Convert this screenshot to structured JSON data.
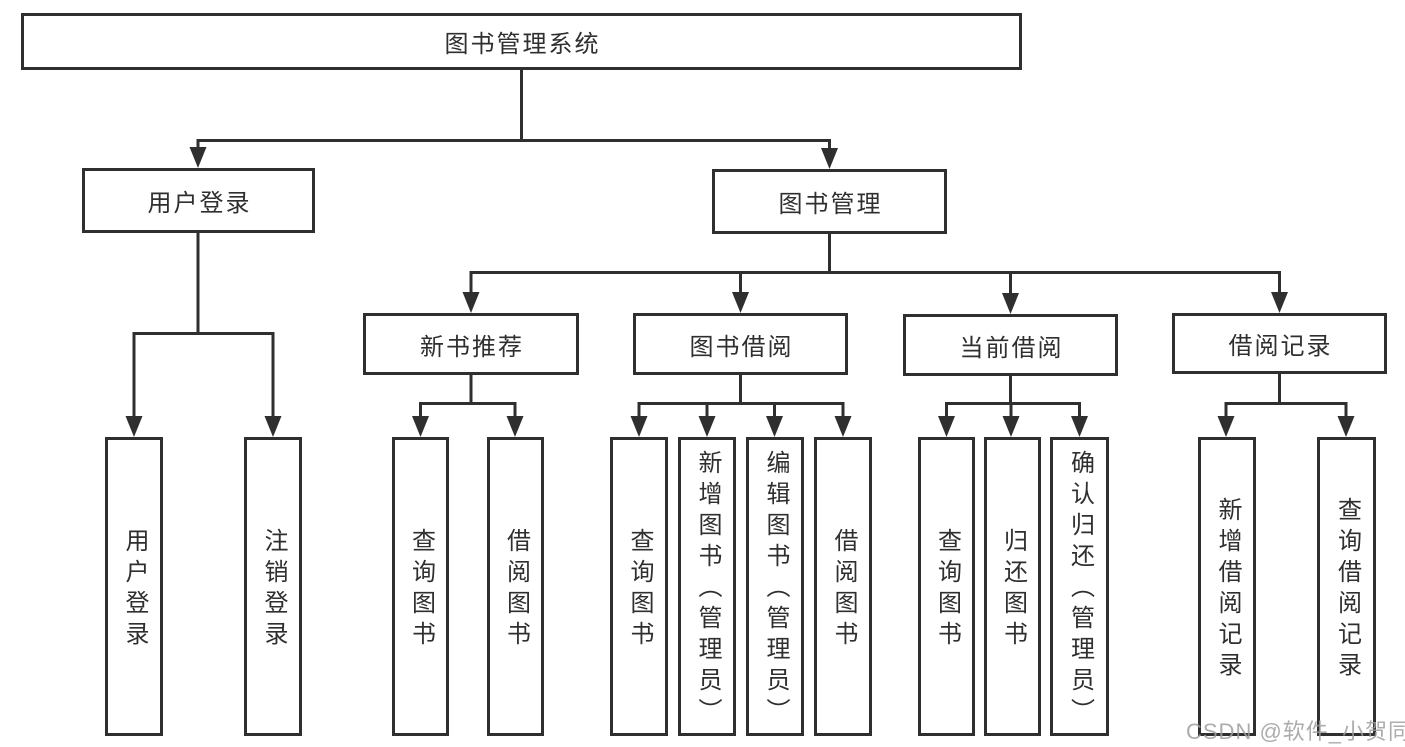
{
  "diagram": {
    "colors": {
      "line": "#2f2f2f",
      "text": "#2f2f2f",
      "box_background": "#ffffff",
      "watermark": "#9e9e9e"
    },
    "nodes": {
      "root": {
        "label": "图书管理系统"
      },
      "user_login": {
        "label": "用户登录"
      },
      "book_mgmt": {
        "label": "图书管理"
      },
      "new_book_rec": {
        "label": "新书推荐"
      },
      "book_borrow": {
        "label": "图书借阅"
      },
      "current_borrow": {
        "label": "当前借阅"
      },
      "borrow_records": {
        "label": "借阅记录"
      },
      "leaf_user_login": {
        "label": "用户登录"
      },
      "leaf_logout": {
        "label": "注销登录"
      },
      "leaf_query_book_rec": {
        "label": "查询图书"
      },
      "leaf_borrow_book_rec": {
        "label": "借阅图书"
      },
      "leaf_query_book_borrow": {
        "label": "查询图书"
      },
      "leaf_add_book_admin": {
        "label": "新增图书（管理员）"
      },
      "leaf_edit_book_admin": {
        "label": "编辑图书（管理员）"
      },
      "leaf_borrow_book_borrow": {
        "label": "借阅图书"
      },
      "leaf_query_book_current": {
        "label": "查询图书"
      },
      "leaf_return_book": {
        "label": "归还图书"
      },
      "leaf_confirm_return_admin": {
        "label": "确认归还（管理员）"
      },
      "leaf_add_borrow_record": {
        "label": "新增借阅记录"
      },
      "leaf_query_borrow_record": {
        "label": "查询借阅记录"
      }
    },
    "edges": [
      [
        "root",
        "user_login"
      ],
      [
        "root",
        "book_mgmt"
      ],
      [
        "user_login",
        "leaf_user_login"
      ],
      [
        "user_login",
        "leaf_logout"
      ],
      [
        "book_mgmt",
        "new_book_rec"
      ],
      [
        "book_mgmt",
        "book_borrow"
      ],
      [
        "book_mgmt",
        "current_borrow"
      ],
      [
        "book_mgmt",
        "borrow_records"
      ],
      [
        "new_book_rec",
        "leaf_query_book_rec"
      ],
      [
        "new_book_rec",
        "leaf_borrow_book_rec"
      ],
      [
        "book_borrow",
        "leaf_query_book_borrow"
      ],
      [
        "book_borrow",
        "leaf_add_book_admin"
      ],
      [
        "book_borrow",
        "leaf_edit_book_admin"
      ],
      [
        "book_borrow",
        "leaf_borrow_book_borrow"
      ],
      [
        "current_borrow",
        "leaf_query_book_current"
      ],
      [
        "current_borrow",
        "leaf_return_book"
      ],
      [
        "current_borrow",
        "leaf_confirm_return_admin"
      ],
      [
        "borrow_records",
        "leaf_add_borrow_record"
      ],
      [
        "borrow_records",
        "leaf_query_borrow_record"
      ]
    ]
  },
  "watermark": {
    "text": "CSDN @软件_小贺同学"
  }
}
